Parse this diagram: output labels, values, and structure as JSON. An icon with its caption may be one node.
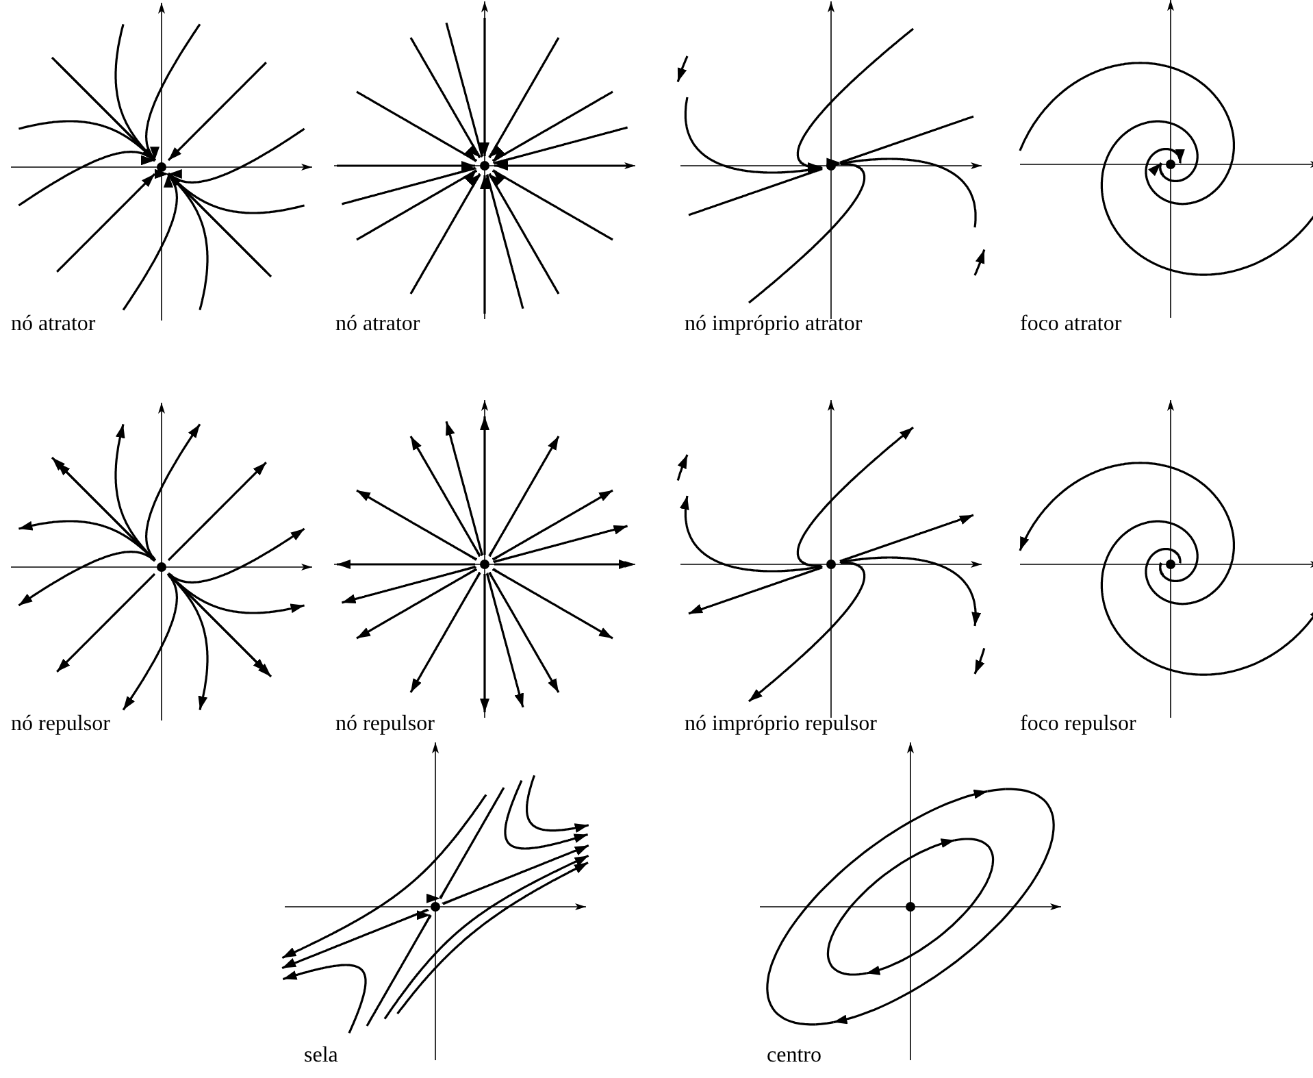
{
  "diagram": {
    "labels": [
      "nó atrator",
      "nó atrator",
      "nó impróprio atrator",
      "foco atrator",
      "nó repulsor",
      "nó repulsor",
      "nó impróprio repulsor",
      "foco repulsor",
      "sela",
      "centro"
    ]
  }
}
